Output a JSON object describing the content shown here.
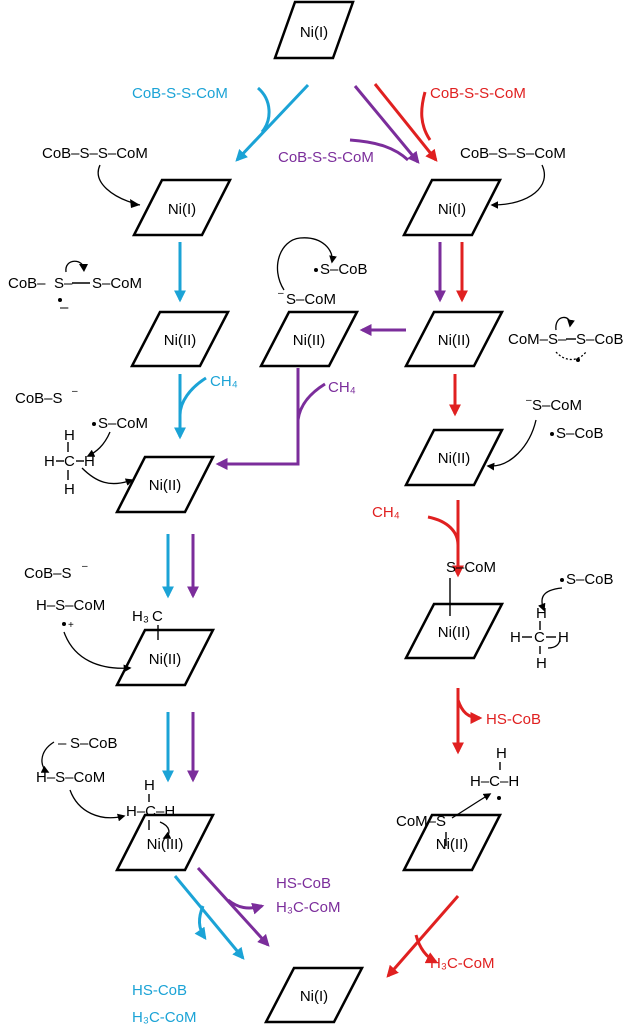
{
  "nickel": {
    "top": "Ni(I)",
    "blue_1": "Ni(I)",
    "red_1": "Ni(I)",
    "blue_2": "Ni(II)",
    "purple_2": "Ni(II)",
    "red_2": "Ni(II)",
    "blue_3": "Ni(II)",
    "red_3": "Ni(II)",
    "blue_4": "Ni(II)",
    "red_4": "Ni(II)",
    "blue_5": "Ni(III)",
    "red_5": "Ni(II)",
    "bottom": "Ni(I)"
  },
  "labels": {
    "heterodisulfide": "CoB-S-S-CoM",
    "hds_bond": "CoB–S–S–CoM",
    "cob_s": "CoB–S",
    "s_cob": "S–CoB",
    "s_com": "S–CoM",
    "com_s": "CoM–S",
    "com_s_dash": "CoM–",
    "s_dash": "S–",
    "cob_dash": "CoB–",
    "h_s_com": "H–S–CoM",
    "hs_cob": "HS-CoB",
    "h3c_com": "H₃C-CoM",
    "ch4": "CH₄",
    "h3": "H₃",
    "c": "C",
    "s": "S",
    "h": "H",
    "h_c_h": "H–C–H",
    "cob": "CoB",
    "com": "CoM",
    "minus": "–",
    "plus": "+"
  },
  "colors": {
    "blue": "#1ba3d6",
    "purple": "#7b2d9b",
    "red": "#e02020",
    "black": "#000000"
  }
}
